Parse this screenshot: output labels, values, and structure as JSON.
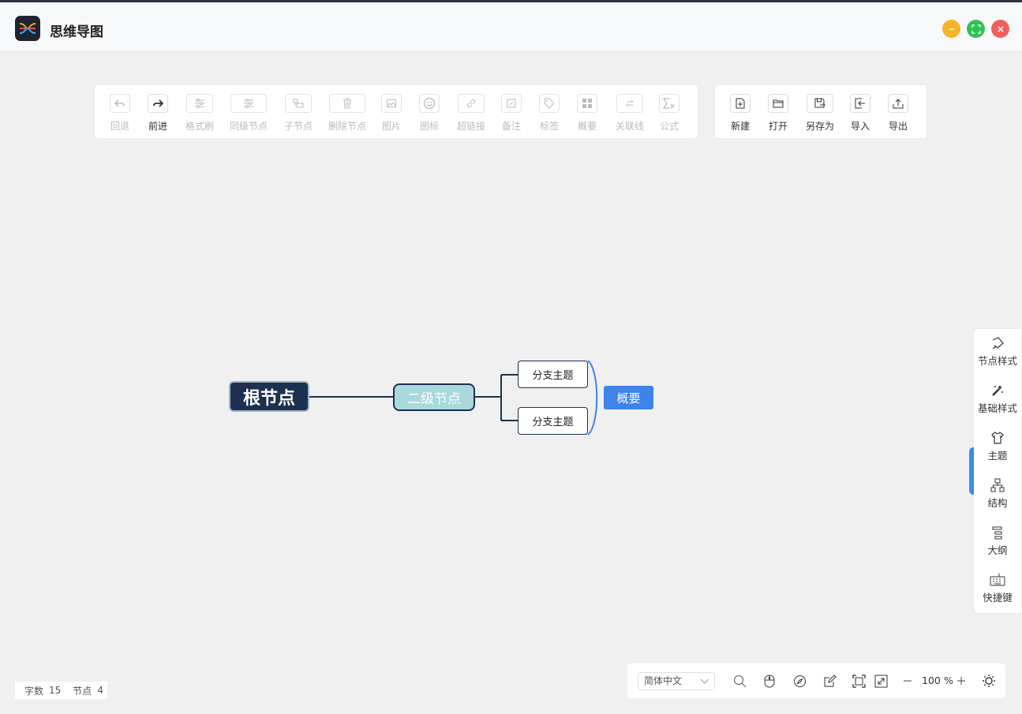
{
  "window": {
    "title": "思维导图"
  },
  "toolbar": {
    "left": [
      {
        "label": "回退",
        "icon": "undo-icon"
      },
      {
        "label": "前进",
        "icon": "redo-icon"
      },
      {
        "label": "格式刷",
        "icon": "format-brush-icon"
      },
      {
        "label": "同级节点",
        "icon": "sibling-node-icon"
      },
      {
        "label": "子节点",
        "icon": "child-node-icon"
      },
      {
        "label": "删除节点",
        "icon": "trash-icon"
      },
      {
        "label": "图片",
        "icon": "image-icon"
      },
      {
        "label": "图标",
        "icon": "smiley-icon"
      },
      {
        "label": "超链接",
        "icon": "link-icon"
      },
      {
        "label": "备注",
        "icon": "note-icon"
      },
      {
        "label": "标签",
        "icon": "tag-icon"
      },
      {
        "label": "概要",
        "icon": "summary-icon"
      },
      {
        "label": "关联线",
        "icon": "association-line-icon"
      },
      {
        "label": "公式",
        "icon": "formula-icon"
      }
    ],
    "right": [
      {
        "label": "新建",
        "icon": "new-file-icon"
      },
      {
        "label": "打开",
        "icon": "folder-open-icon"
      },
      {
        "label": "另存为",
        "icon": "save-as-icon"
      },
      {
        "label": "导入",
        "icon": "import-icon"
      },
      {
        "label": "导出",
        "icon": "export-icon"
      }
    ]
  },
  "mindmap": {
    "root": "根节点",
    "second": "二级节点",
    "branches": [
      "分支主题",
      "分支主题"
    ],
    "summary": "概要",
    "colors": {
      "root_fill": "#1e3050",
      "second_fill": "#a8d9dc",
      "summary_fill": "#3d83e8"
    }
  },
  "side_panel": {
    "items": [
      {
        "label": "节点样式",
        "icon": "node-style-icon"
      },
      {
        "label": "基础样式",
        "icon": "magic-wand-icon"
      },
      {
        "label": "主题",
        "icon": "shirt-icon"
      },
      {
        "label": "结构",
        "icon": "structure-icon"
      },
      {
        "label": "大纲",
        "icon": "outline-icon"
      },
      {
        "label": "快捷键",
        "icon": "keyboard-icon"
      }
    ]
  },
  "bottom": {
    "language": "简体中文",
    "zoom_value": "100",
    "zoom_unit": "%"
  },
  "stats": {
    "word_label": "字数",
    "word_count": "15",
    "node_label": "节点",
    "node_count": "4"
  }
}
